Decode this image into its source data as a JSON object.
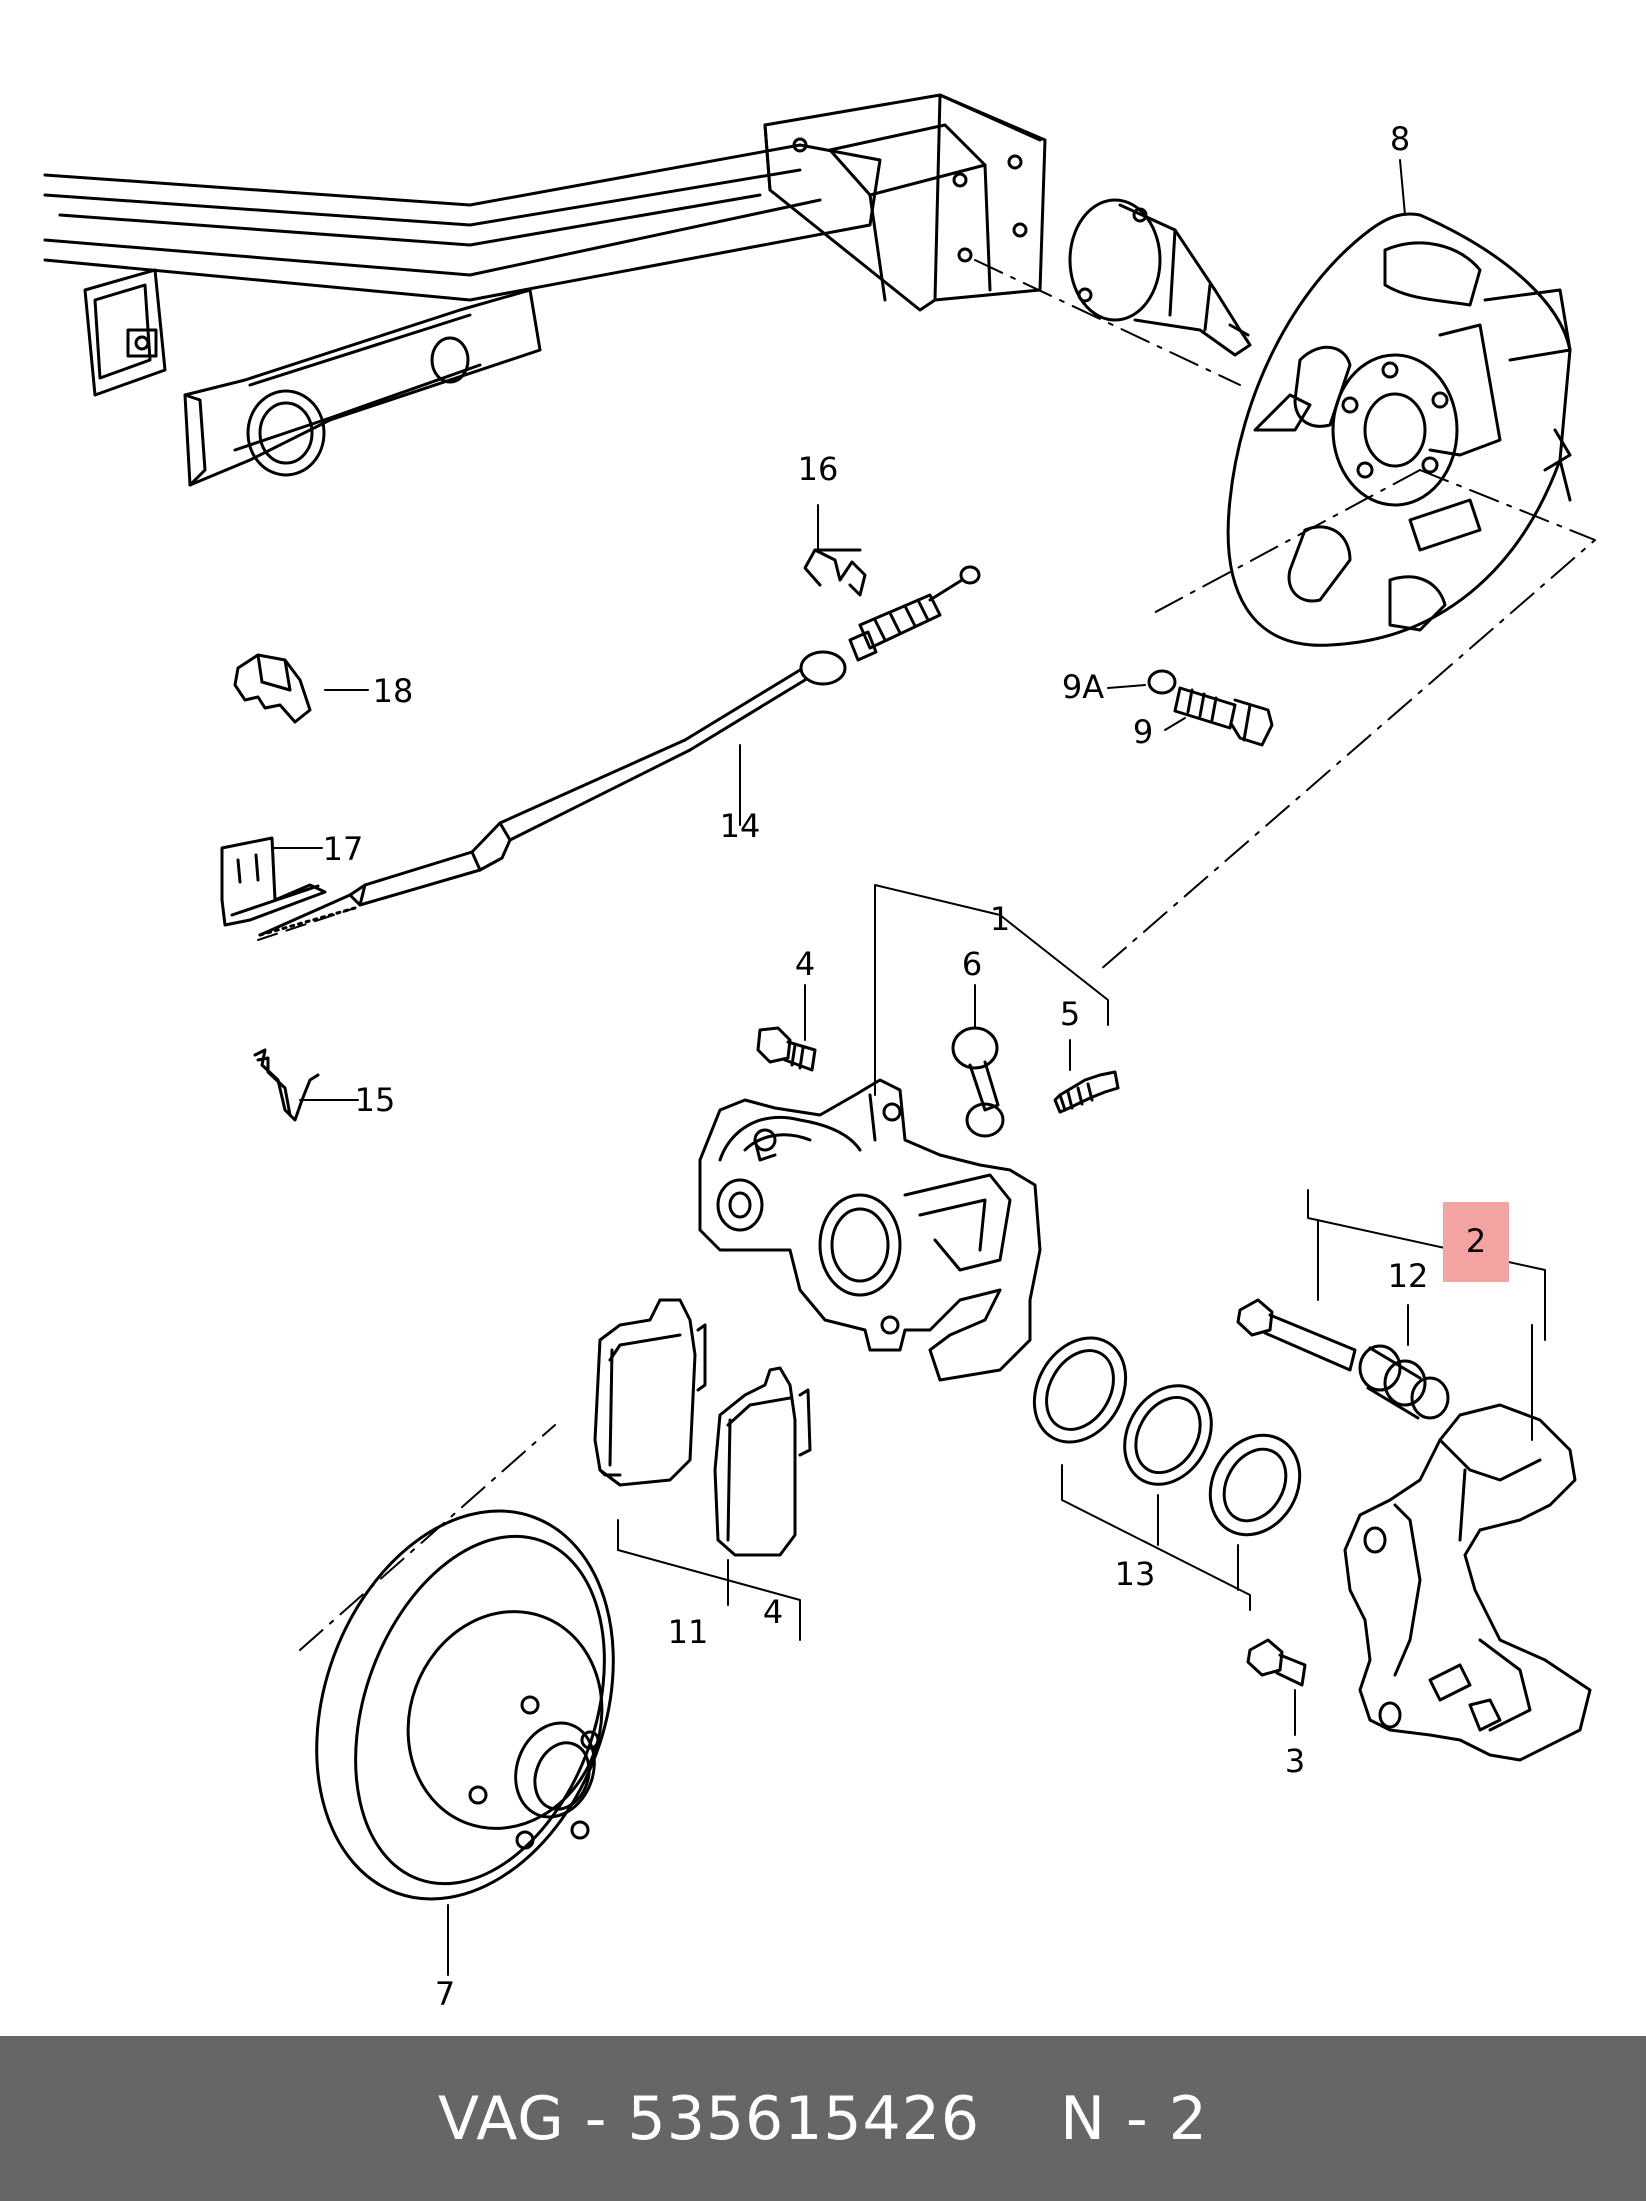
{
  "diagram": {
    "labels": {
      "p1": "1",
      "p2": "2",
      "p3": "3",
      "p4_top": "4",
      "p4_bottom": "4",
      "p5": "5",
      "p6": "6",
      "p7": "7",
      "p8": "8",
      "p9": "9",
      "p9a": "9A",
      "p11": "11",
      "p12": "12",
      "p13": "13",
      "p14": "14",
      "p15": "15",
      "p16": "16",
      "p17": "17",
      "p18": "18"
    },
    "highlight_color": "#f4a3a3"
  },
  "footer": {
    "part_ref": "VAG - 535615426",
    "position_ref": "N - 2",
    "background_color": "#666666",
    "text_color": "#ffffff"
  }
}
